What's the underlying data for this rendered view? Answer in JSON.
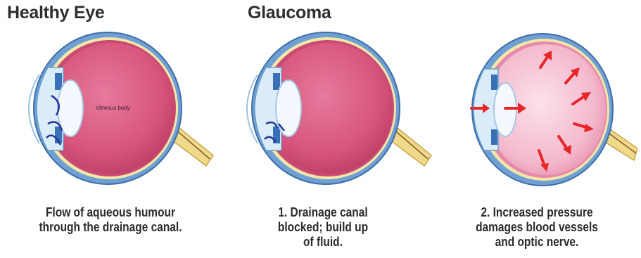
{
  "headings": {
    "healthy": "Healthy Eye",
    "glaucoma": "Glaucoma"
  },
  "panels": [
    {
      "caption_line1": "Flow of aqueous humour",
      "caption_line2": "through the drainage canal.",
      "caption_line3": "",
      "inner_label": "Vitreous body"
    },
    {
      "caption_line1": "1. Drainage canal",
      "caption_line2": "blocked; build up",
      "caption_line3": "of fluid."
    },
    {
      "caption_line1": "2. Increased pressure",
      "caption_line2": "damages blood vessels",
      "caption_line3": "and optic nerve."
    }
  ],
  "colors": {
    "vitreous": "#d6547c",
    "vitreous_pressure": "#f3b9cd",
    "sclera": "#5a8fc8",
    "retina_layer": "#f2e7a8",
    "optic_nerve": "#efd98a",
    "arrow": "#e8262a",
    "flow_arrow": "#23359b"
  }
}
